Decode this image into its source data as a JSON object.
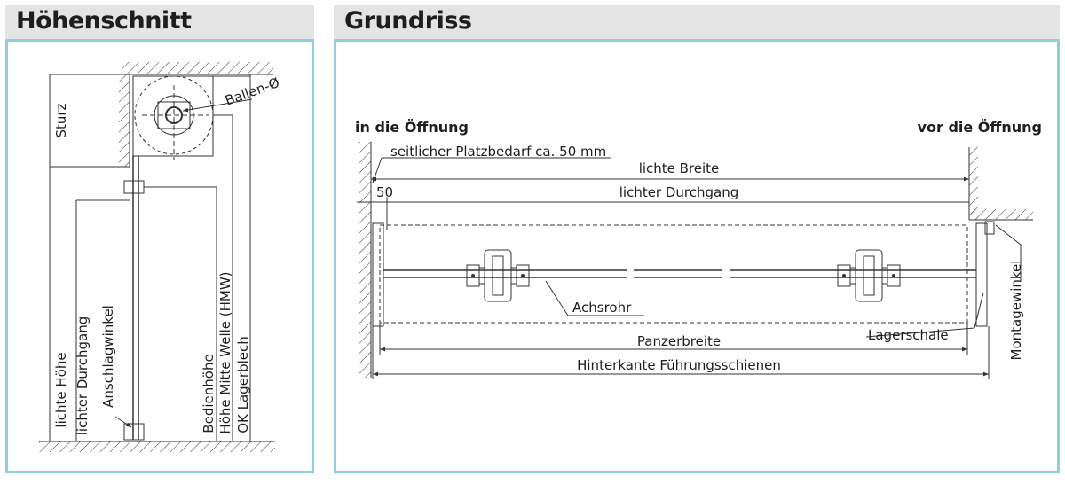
{
  "left_panel": {
    "title": "Höhenschnitt",
    "labels": {
      "sturz": "Sturz",
      "ballen": "Ballen-Ø",
      "lichte_hoehe": "lichte Höhe",
      "lichter_durchgang": "lichter Durchgang",
      "anschlagwinkel": "Anschlagwinkel",
      "bedienhoehe": "Bedienhöhe",
      "hoehe_mitte_welle": "Höhe Mitte Welle (HMW)",
      "ok_lagerblech": "OK Lagerblech"
    }
  },
  "right_panel": {
    "title": "Grundriss",
    "labels": {
      "in_die_oeffnung": "in die Öffnung",
      "vor_die_oeffnung": "vor die Öffnung",
      "platzbedarf": "seitlicher Platzbedarf ca. 50 mm",
      "lichte_breite": "lichte Breite",
      "fifty": "50",
      "lichter_durchgang": "lichter Durchgang",
      "achsrohr": "Achsrohr",
      "lagerschale": "Lagerschale",
      "montagewinkel": "Montagewinkel",
      "panzerbreite": "Panzerbreite",
      "hinterkante": "Hinterkante Führungsschienen"
    }
  }
}
